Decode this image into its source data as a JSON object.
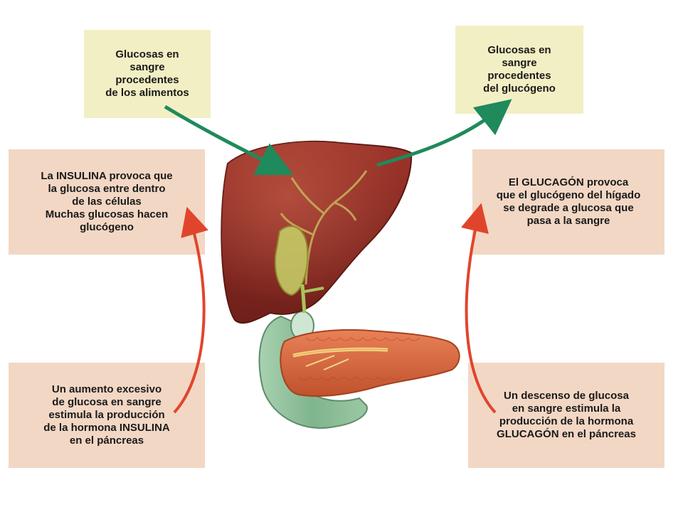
{
  "boxes": {
    "top_left": "Glucosas en\nsangre\nprocedentes\nde los alimentos",
    "top_right": "Glucosas en\nsangre\nprocedentes\ndel glucógeno",
    "mid_left": "La INSULINA provoca que\nla glucosa entre dentro\nde las células\nMuchas glucosas hacen\nglucógeno",
    "mid_right": "El GLUCAGÓN provoca\nque el glucógeno del hígado\nse degrade a glucosa que\npasa a la sangre",
    "bottom_left": "Un aumento excesivo\nde glucosa en sangre\nestimula la producción\nde la hormona INSULINA\nen el páncreas",
    "bottom_right": "Un descenso de glucosa\nen sangre estimula la\nproducción de la hormona\nGLUCAGÓN en el páncreas"
  },
  "colors": {
    "box_yellow": "#f3efc4",
    "box_peach": "#f2d7c4",
    "green_arrow": "#1f8a5c",
    "red_arrow": "#e0452c",
    "liver": "#8e2c24",
    "pancreas": "#d4623a",
    "duodenum": "#8cc09a"
  },
  "illustration": {
    "organs": [
      "liver-icon",
      "gallbladder-icon",
      "pancreas-icon",
      "duodenum-icon"
    ]
  }
}
